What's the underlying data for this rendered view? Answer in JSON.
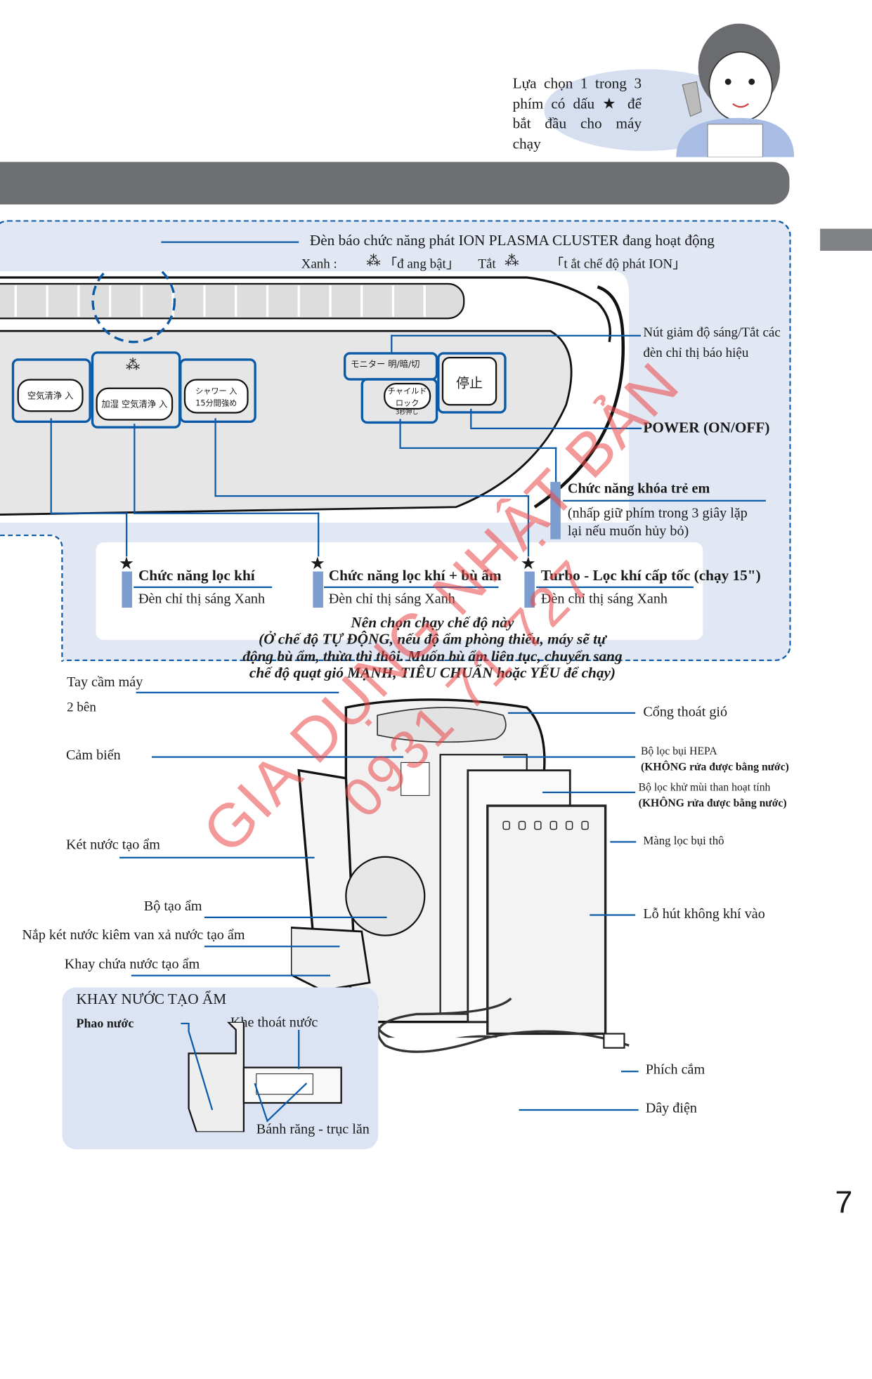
{
  "speech_bubble": {
    "text": "Lựa chọn 1 trong 3 phím có dấu ★ để bắt đầu cho máy chạy"
  },
  "control_panel": {
    "ion_indicator": {
      "label": "Đèn báo chức năng phát ION PLASMA CLUSTER đang hoạt động",
      "legend_green": "Xanh :",
      "legend_on": "「đ ang bật」",
      "legend_off_prefix": "Tắt",
      "legend_off": "「t ắt chế độ phát ION」",
      "ion_icon": "ion-grape-icon"
    },
    "buttons": {
      "air_clean": "空気清浄 入",
      "humidify_clean": "加湿 空気清浄 入",
      "shower": "シャワー 入\n15分間強め",
      "monitor": "モニター 明/暗/切",
      "child_lock": "チャイルド ロック",
      "child_lock_hint": "3秒押し",
      "stop": "停止"
    },
    "callouts": {
      "brightness": "Nút giảm độ sáng/Tắt các đèn chỉ thị báo hiệu",
      "power": "POWER (ON/OFF)",
      "child_lock_title": "Chức năng khóa trẻ em",
      "child_lock_desc": "(nhấp giữ phím trong 3 giây lặp lại nếu muốn hủy bỏ)"
    },
    "modes": [
      {
        "title": "Chức năng lọc khí",
        "desc": "Đèn chỉ thị sáng Xanh"
      },
      {
        "title": "Chức năng lọc khí + bù ẩm",
        "desc": "Đèn chỉ thị sáng Xanh"
      },
      {
        "title": "Turbo - Lọc khí cấp tốc (chạy 15\")",
        "desc": "Đèn chỉ thị sáng Xanh"
      }
    ],
    "recommendation": {
      "line1": "Nên chọn chạy chế độ này",
      "line2": "(Ở chế độ TỰ ĐỘNG, nếu độ ẩm phòng thiếu, máy sẽ tự",
      "line3": "động bù ẩm, thừa thì thôi. Muốn bù ẩm liên tục, chuyển sang",
      "line4": "chế độ quạt gió MẠNH, TIÊU CHUẨN hoặc YẾU để chạy)"
    }
  },
  "parts": {
    "left": [
      {
        "label": "Tay cầm máy",
        "sub": "2 bên"
      },
      {
        "label": "Cảm biến"
      },
      {
        "label": "Két nước tạo ẩm"
      },
      {
        "label": "Bộ tạo ẩm"
      },
      {
        "label": "Nắp két nước kiêm van xả nước tạo ẩm"
      },
      {
        "label": "Khay chứa nước tạo ẩm"
      }
    ],
    "right": [
      {
        "label": "Cổng thoát gió"
      },
      {
        "label": "Bộ lọc bụi HEPA",
        "sub": "(KHÔNG rửa được bằng nước)"
      },
      {
        "label": "Bộ lọc khử mùi than hoạt tính",
        "sub": "(KHÔNG rửa được bằng nước)"
      },
      {
        "label": "Màng lọc bụi thô"
      },
      {
        "label": "Lỗ hút không khí vào"
      },
      {
        "label": "Phích cắm"
      },
      {
        "label": "Dây điện"
      }
    ]
  },
  "tray_inset": {
    "title": "KHAY NƯỚC TẠO ẨM",
    "float_label": "Phao nước",
    "drain_label": "Khe thoát nước",
    "gear_label": "Bánh răng - trục lăn"
  },
  "watermark": {
    "line1": "GIA DỤNG NHẬT BẢN",
    "line2": "0931 71 727"
  },
  "page_number": "7",
  "colors": {
    "accent_blue": "#0a5aa8",
    "panel_bg": "#e1e7f3",
    "bar_blue": "#7b9dcf",
    "header_band": "#6e6f72",
    "watermark_red": "#eb4646"
  }
}
